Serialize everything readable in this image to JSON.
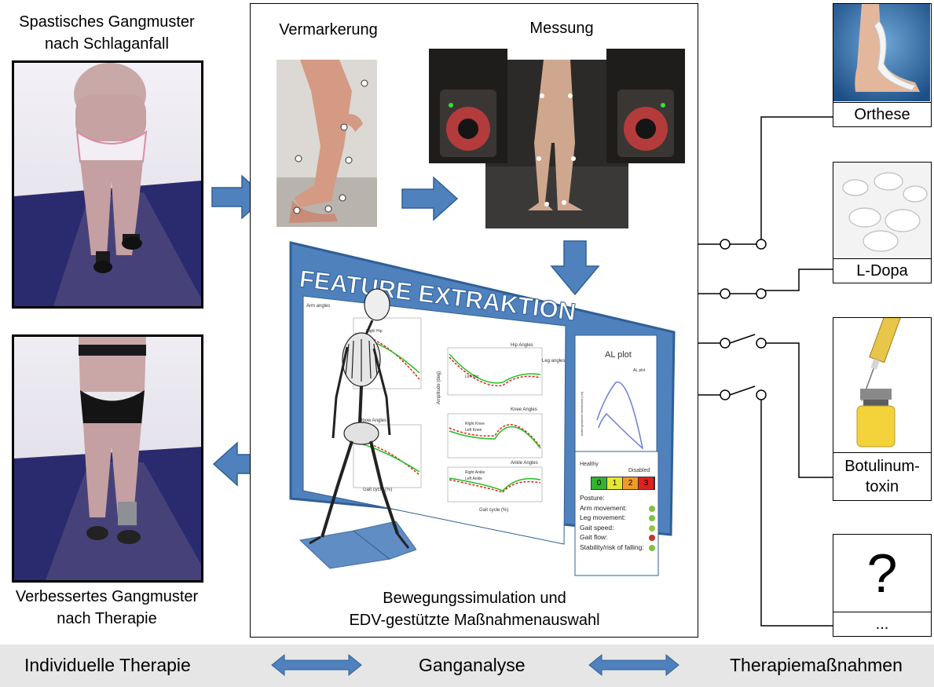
{
  "left": {
    "top_caption_line1": "Spastisches Gangmuster",
    "top_caption_line2": "nach Schlaganfall",
    "bottom_caption_line1": "Verbessertes Gangmuster",
    "bottom_caption_line2": "nach Therapie"
  },
  "center": {
    "marker_title": "Vermarkerung",
    "measure_title": "Messung",
    "screen_title": "FEATURE EXTRAKTION",
    "bottom_caption_line1": "Bewegungssimulation und",
    "bottom_caption_line2": "EDV-gestützte Maßnahmenauswahl",
    "plots": {
      "arm_title": "Arm angles",
      "leg_title": "Leg angles",
      "hip_title": "Hip Angles",
      "knee_title": "Knee Angles",
      "ankle_title": "Ankle Angles",
      "elbow_title": "Elbow Angles",
      "gait_cycle": "Gait cycle (%)",
      "amplitude": "Amplitude (deg)",
      "right_hip": "Right Hip",
      "left_hip": "Left Hip",
      "right_knee": "Right Knee",
      "left_knee": "Left Knee",
      "right_ankle": "Right Ankle",
      "left_ankle": "Left Ankle",
      "al_title": "AL plot",
      "al_legend": "AL plot",
      "al_xlabel": "Lateral movement (cm)",
      "al_ylabel": "Anteroposterior movement (cm)"
    },
    "scale": {
      "healthy": "Healthy",
      "disabled": "Disabled",
      "levels": [
        "0",
        "1",
        "2",
        "3"
      ],
      "level_colors": [
        "#33b233",
        "#e6e633",
        "#f09a2a",
        "#e02020"
      ]
    },
    "assessment": [
      {
        "label": "Posture:",
        "color": ""
      },
      {
        "label": "Arm movement:",
        "color": "#7cc243"
      },
      {
        "label": "Leg movement:",
        "color": "#7cc243"
      },
      {
        "label": "Gait speed:",
        "color": "#9ac23c"
      },
      {
        "label": "Gait flow:",
        "color": "#c2362c"
      },
      {
        "label": "Stability/risk of falling:",
        "color": "#7cc243"
      }
    ]
  },
  "right": {
    "orthese": "Orthese",
    "ldopa": "L-Dopa",
    "botulinum_line1": "Botulinum-",
    "botulinum_line2": "toxin",
    "unknown_symbol": "?",
    "unknown_label": "..."
  },
  "footer": {
    "left": "Individuelle Therapie",
    "center": "Ganganalyse",
    "right": "Therapiemaßnahmen"
  },
  "colors": {
    "arrow": "#4f81bd",
    "arrow_edge": "#2f5f96",
    "screen_blue": "#4f81bd",
    "footer_bg": "#e6e6e6"
  }
}
